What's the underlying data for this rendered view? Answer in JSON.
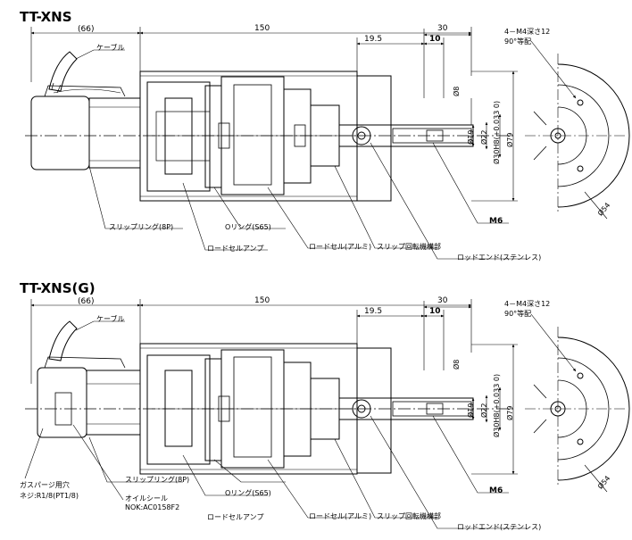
{
  "drawings": [
    {
      "title": "TT-XNS",
      "dims": {
        "cable_len": "(66)",
        "body_len": "150",
        "d1": "19.5",
        "d2": "30",
        "d3": "10"
      },
      "hole_note": [
        "4－M4深さ12",
        "90°等配"
      ],
      "diameters": {
        "rod": "Ø8",
        "d19": "Ø19",
        "d22": "Ø22",
        "bore": "Ø30H8(+0.033 0)",
        "body": "Ø79",
        "pcd": "Ø54"
      },
      "thread": "M6",
      "callouts": {
        "cable": "ケーブル",
        "slip_ring": "スリップリング(8P)",
        "oring": "Oリング(S65)",
        "load_cell_amp": "ロードセルアンプ",
        "load_cell": "ロードセル(アルミ)",
        "slip_rotating": "スリップ回転機構部",
        "rod_end": "ロッドエンド(ステンレス)"
      }
    },
    {
      "title": "TT-XNS(G)",
      "dims": {
        "cable_len": "(66)",
        "body_len": "150",
        "d1": "19.5",
        "d2": "30",
        "d3": "10"
      },
      "hole_note": [
        "4－M4深さ12",
        "90°等配"
      ],
      "diameters": {
        "rod": "Ø8",
        "d19": "Ø19",
        "d22": "Ø22",
        "bore": "Ø30H8(+0.033 0)",
        "body": "Ø79",
        "pcd": "Ø54"
      },
      "thread": "M6",
      "callouts": {
        "cable": "ケーブル",
        "slip_ring": "スリップリング(8P)",
        "oring": "Oリング(S65)",
        "load_cell_amp": "ロードセルアンプ",
        "load_cell": "ロードセル(アルミ)",
        "slip_rotating": "スリップ回転機構部",
        "rod_end": "ロッドエンド(ステンレス)",
        "gas_purge": [
          "ガスパージ用穴",
          "ネジ:R1/8(PT1/8)"
        ],
        "oil_seal": [
          "オイルシール",
          "NOK:AC0158F2"
        ]
      }
    }
  ]
}
